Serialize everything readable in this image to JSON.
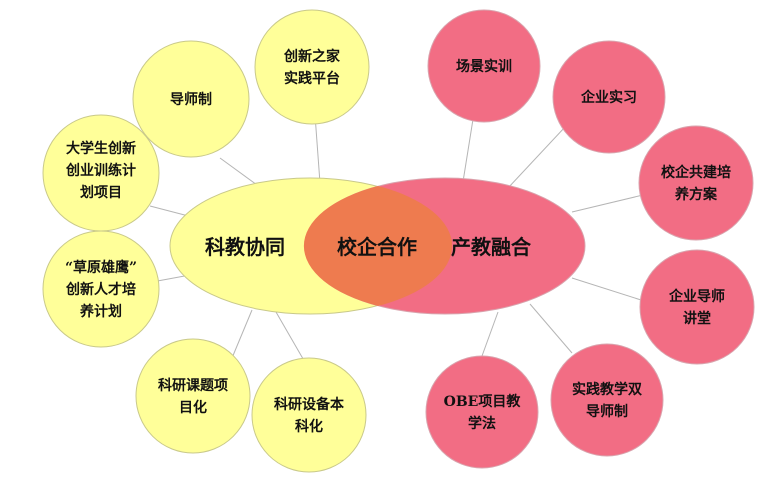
{
  "colors": {
    "yellow_fill": "#ffff99",
    "yellow_stroke": "#c9c98a",
    "pink_fill": "#f26d84",
    "pink_stroke": "#d9a3ad",
    "overlap_fill": "#ee7b4f",
    "connector": "#b5b5b5"
  },
  "center": {
    "left_label": "科教协同",
    "overlap_label": "校企合作",
    "right_label": "产教融合"
  },
  "left_nodes": [
    {
      "id": "entrepreneur-platform",
      "lines": [
        "创新之家",
        "实践平台"
      ]
    },
    {
      "id": "mentor-system",
      "lines": [
        "导师制"
      ]
    },
    {
      "id": "student-innovation",
      "lines": [
        "大学生创新",
        "创业训练计",
        "划项目"
      ]
    },
    {
      "id": "talent-plan",
      "lines": [
        "“草原雄鹰”",
        "创新人才培",
        "养计划"
      ]
    },
    {
      "id": "research-topic",
      "lines": [
        "科研课题项",
        "目化"
      ]
    },
    {
      "id": "research-equipment",
      "lines": [
        "科研设备本",
        "科化"
      ]
    }
  ],
  "right_nodes": [
    {
      "id": "scenario-training",
      "lines": [
        "场景实训"
      ]
    },
    {
      "id": "enterprise-internship",
      "lines": [
        "企业实习"
      ]
    },
    {
      "id": "joint-training-plan",
      "lines": [
        "校企共建培",
        "养方案"
      ]
    },
    {
      "id": "enterprise-lecture",
      "lines": [
        "企业导师",
        "讲堂"
      ]
    },
    {
      "id": "dual-mentor",
      "lines": [
        "实践教学双",
        "导师制"
      ]
    },
    {
      "id": "obe-teaching",
      "lines": [
        "OBE项目教",
        "学法"
      ]
    }
  ]
}
